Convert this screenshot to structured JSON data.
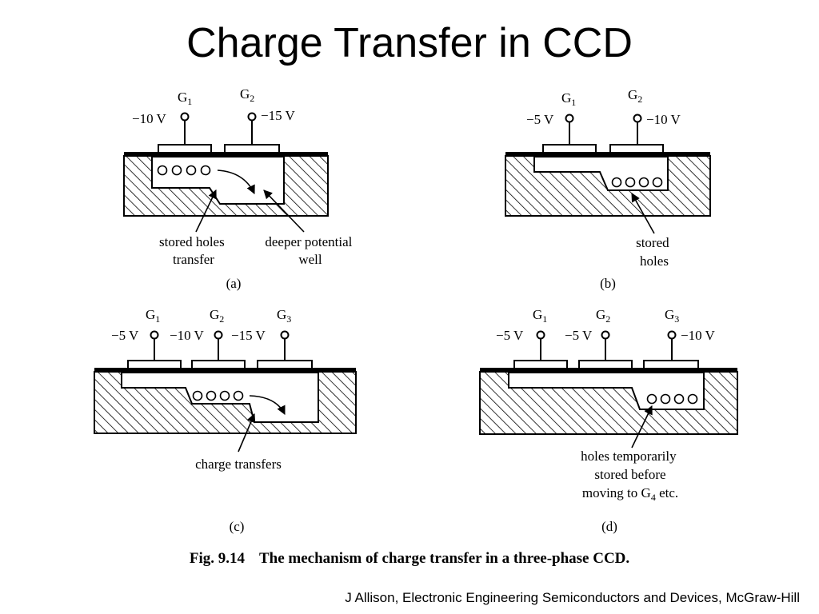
{
  "title": "Charge Transfer in CCD",
  "panels": {
    "a": {
      "label": "(a)",
      "gates": [
        {
          "name": "G",
          "sub": "1",
          "voltage": "−10 V"
        },
        {
          "name": "G",
          "sub": "2",
          "voltage": "−15 V"
        }
      ],
      "annotations": [
        {
          "lines": [
            "stored holes",
            "transfer"
          ]
        },
        {
          "lines": [
            "deeper potential",
            "well"
          ]
        }
      ]
    },
    "b": {
      "label": "(b)",
      "gates": [
        {
          "name": "G",
          "sub": "1",
          "voltage": "−5 V"
        },
        {
          "name": "G",
          "sub": "2",
          "voltage": "−10 V"
        }
      ],
      "annotations": [
        {
          "lines": [
            "stored",
            "holes"
          ]
        }
      ]
    },
    "c": {
      "label": "(c)",
      "gates": [
        {
          "name": "G",
          "sub": "1",
          "voltage": "−5 V"
        },
        {
          "name": "G",
          "sub": "2",
          "voltage": "−10 V"
        },
        {
          "name": "G",
          "sub": "3",
          "voltage": "−15 V"
        }
      ],
      "annotations": [
        {
          "lines": [
            "charge transfers"
          ]
        }
      ]
    },
    "d": {
      "label": "(d)",
      "gates": [
        {
          "name": "G",
          "sub": "1",
          "voltage": "−5 V"
        },
        {
          "name": "G",
          "sub": "2",
          "voltage": "−5 V"
        },
        {
          "name": "G",
          "sub": "3",
          "voltage": "−10 V"
        }
      ],
      "annotations": [
        {
          "lines": [
            "holes temporarily",
            "stored before",
            "moving to G"
          ],
          "sub": "4",
          "suffix": " etc."
        }
      ]
    }
  },
  "caption": {
    "number": "Fig. 9.14",
    "text": "The mechanism of charge transfer in a three-phase CCD."
  },
  "credit": "J Allison, Electronic Engineering Semiconductors and Devices, McGraw-Hill"
}
